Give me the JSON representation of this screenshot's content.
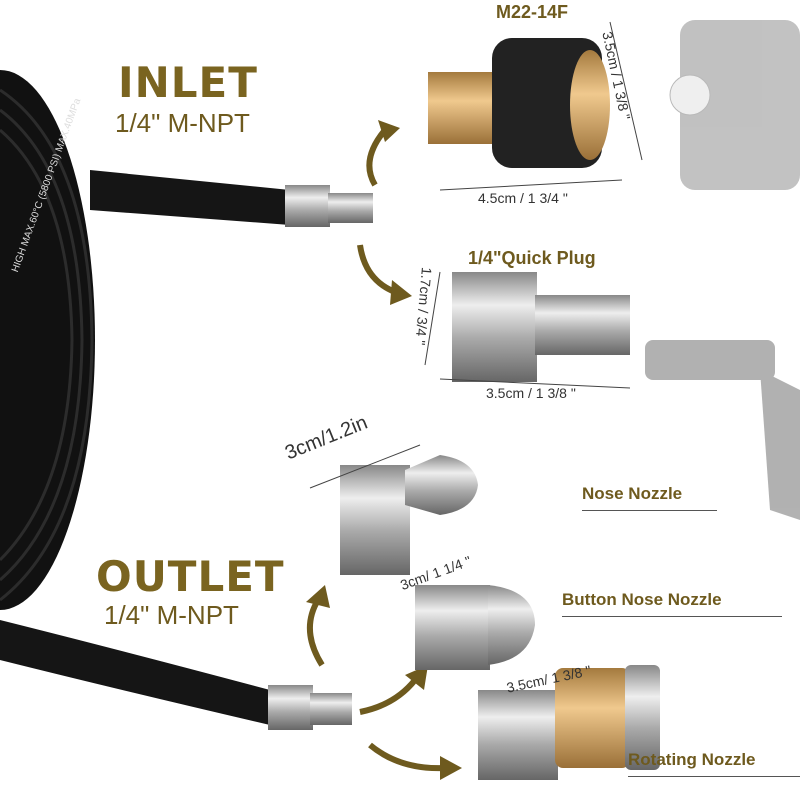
{
  "inlet": {
    "title": "INLET",
    "thread": "1/4\" M-NPT"
  },
  "outlet": {
    "title": "OUTLET",
    "thread": "1/4\" M-NPT"
  },
  "hose_print": [
    "HIGH",
    "MAX.60°C",
    "(5800 PSI)",
    "MAX.40MPa"
  ],
  "parts": {
    "m22": {
      "label": "M22-14F",
      "height": "3.5cm / 1 3/8 \"",
      "width": "4.5cm / 1 3/4 \""
    },
    "quick_plug": {
      "label": "1/4\"Quick Plug",
      "height": "1.7cm / 3/4 \"",
      "width": "3.5cm / 1 3/8 \""
    },
    "nose_nozzle": {
      "label": "Nose Nozzle",
      "size": "3cm/1.2in"
    },
    "button_nose_nozzle": {
      "label": "Button Nose Nozzle",
      "size": "3cm/ 1 1/4 \""
    },
    "rotating_nozzle": {
      "label": "Rotating Nozzle",
      "size": "3.5cm/ 1 3/8 \""
    }
  },
  "colors": {
    "accent": "#7a6420",
    "hose": "#1a1a1a",
    "brass": "#c9a064",
    "steel": "#b8b8b8"
  }
}
